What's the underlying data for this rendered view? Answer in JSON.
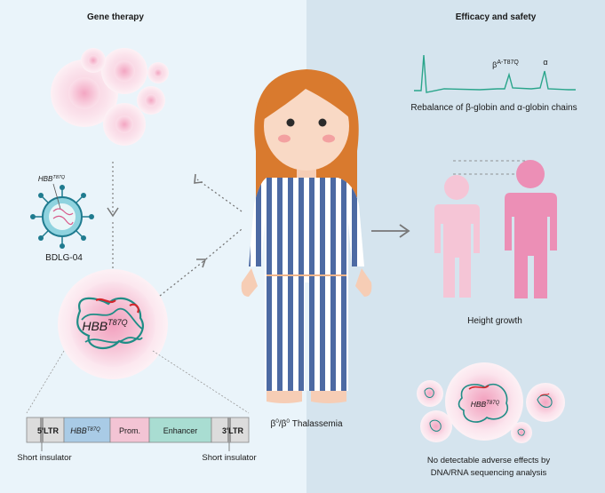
{
  "left_panel": {
    "title": "Gene therapy",
    "virus_gene_label": "HBB",
    "virus_gene_sup": "T87Q",
    "virus_name": "BDLG-04",
    "cell_gene_label": "HBB",
    "cell_gene_sup": "T87Q",
    "construct": {
      "segments": [
        "5'LTR",
        "HBB",
        "Prom.",
        "Enhancer",
        "3'LTR"
      ],
      "hbb_sup": "T87Q",
      "insulator_left": "Short insulator",
      "insulator_right": "Short insulator"
    }
  },
  "center": {
    "patient_label_prefix": "β",
    "patient_label_sup1": "0",
    "patient_label_mid": "/β",
    "patient_label_sup2": "0",
    "patient_label_suffix": " Thalassemia"
  },
  "right_panel": {
    "title": "Efficacy and safety",
    "peak_beta": "β",
    "peak_beta_sup": "A-T87Q",
    "peak_alpha": "α",
    "chromatogram_caption": "Rebalance of β-globin and α-globin chains",
    "height_caption": "Height growth",
    "safety_gene_label": "HBB",
    "safety_gene_sup": "T87Q",
    "safety_caption_line1": "No detectable adverse effects by",
    "safety_caption_line2": "DNA/RNA sequencing analysis"
  },
  "colors": {
    "left_bg": "#eaf4fa",
    "right_bg": "#d5e4ee",
    "pink_cell": "#f2b3cb",
    "stripe_blue": "#4d6aa3",
    "teal_dna": "#2b8f8a",
    "red_dna": "#d4262c",
    "chromatogram": "#2aa58b",
    "hair": "#d97a2e"
  }
}
